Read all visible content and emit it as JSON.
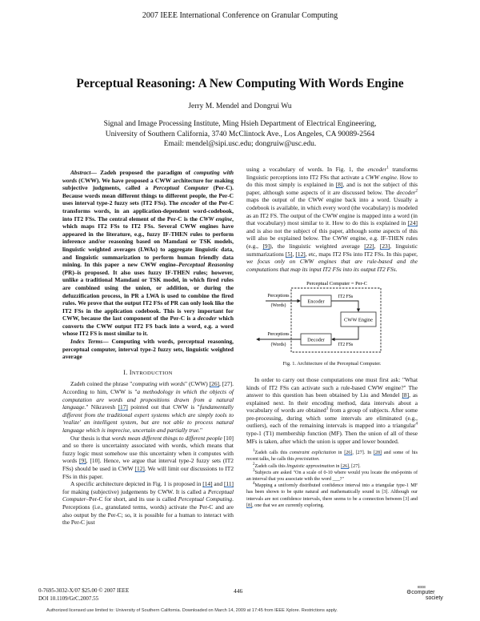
{
  "header": {
    "conference": "2007 IEEE International Conference on Granular Computing"
  },
  "paper": {
    "title": "Perceptual Reasoning: A New Computing With Words Engine",
    "authors": "Jerry M. Mendel and Dongrui Wu",
    "affiliation_line1": "Signal and Image Processing Institute, Ming Hsieh Department of Electrical Engineering,",
    "affiliation_line2": "University of Southern California, 3740 McClintock Ave., Los Angeles, CA 90089-2564",
    "email": "Email: mendel@sipi.usc.edu; dongruiw@usc.edu."
  },
  "abstract": {
    "label": "Abstract",
    "parts": [
      "— Zadeh proposed the paradigm of ",
      "computing with words",
      " (CWW). We have proposed a CWW architecture for making subjective judgments, called a ",
      "Perceptual Computer",
      " (Per-C). Because words mean different things to different people, the Per-C uses interval type-2 fuzzy sets (IT2 FSs). The ",
      "encoder",
      " of the Per-C transforms words, in an application-dependent word-codebook, into IT2 FSs. The central element of the Per-C is the ",
      "CWW engine",
      ", which maps IT2 FSs to IT2 FSs. Several CWW engines have appeared in the literature, e.g., fuzzy IF-THEN rules to perform inference and/or reasoning based on Mamdani or TSK models, linguistic weighted averages (LWAs) to aggregate linguistic data, and linguistic summarization to perform human friendly data mining. In this paper a new CWW engine–",
      "Perceptual Reasoning",
      " (PR)–is proposed. It also uses fuzzy IF-THEN rules; however, unlike a traditional Mamdani or TSK model, in which fired rules are combined using the union, or addition, or during the defuzzification process, in PR a LWA is used to combine the fired rules. We prove that the output IT2 FSs of PR can only look like the IT2 FSs in the application codebook. This is very important for CWW, because the last component of the Per-C is a ",
      "decoder",
      " which converts the CWW output IT2 FS back into a word, e.g. a word whose IT2 FS is most similar to it."
    ]
  },
  "index_terms": {
    "label": "Index Terms",
    "text": "— Computing with words, perceptual reasoning, perceptual computer, interval type-2 fuzzy sets, linguistic weighted average"
  },
  "introduction": {
    "heading_num": "I. ",
    "heading_first": "I",
    "heading_rest": "NTRODUCTION",
    "p1": [
      "Zadeh coined the phrase \"",
      "computing with words",
      "\" (CWW) ",
      "[26]",
      ", [27]. According to him, CWW is \"",
      "a methodology in which the objects of computation are words and propositions drawn from a natural language.",
      "\" Nikravesh ",
      "[17]",
      " pointed out that CWW is \"",
      "fundamentally different from the traditional expert systems which are simply tools to 'realize' an intelligent system, but are not able to process natural language which is imprecise, uncertain and partially true.",
      "\""
    ],
    "p2": [
      "Our thesis is that ",
      "words mean different things to different people",
      " [10] and so there is uncertainty associated with words, which means that fuzzy logic must somehow use this uncertainty when it computes with words ",
      "[9]",
      ", [10]. Hence, we argue that interval type-2 fuzzy sets (IT2 FSs) should be used in CWW ",
      "[12]",
      ". We will limit our discussions to IT2 FSs in this paper."
    ],
    "p3": [
      "A specific architecture depicted in Fig. 1 is proposed in ",
      "[14]",
      " and ",
      "[11]",
      " for making (subjective) judgements by CWW. It is called a ",
      "Perceptual Computer",
      "–Per-C for short, and its use is called ",
      "Perceptual Computing",
      ". Perceptions (i.e., granulated terms, words) activate the Per-C and are also output by the Per-C; so, it is possible for a human to interact with the Per-C just"
    ]
  },
  "right_column": {
    "p1": [
      "using a vocabulary of words. In Fig. 1, the ",
      "encoder",
      "1",
      " transforms linguistic perceptions into IT2 FSs that activate a ",
      "CWW engine",
      ". How to do this most simply is explained in ",
      "[8]",
      ", and is not the subject of this paper, although some aspects of it are discussed below. The ",
      "decoder",
      "2",
      " maps the output of the CWW engine back into a word. Usually a codebook is available, in which every word (the vocabulary) is modeled as an IT2 FS. The output of the CWW engine is mapped into a word (in that vocabulary) most similar to it. How to do this is explained in ",
      "[24]",
      " and is also not the subject of this paper, although some aspects of this will also be explained below. The CWW engine, e.g. IF-THEN rules (e.g., ",
      "[9]",
      "), the linguistic weighted average ",
      "[22]",
      ", ",
      "[23]",
      ", linguistic summarizations ",
      "[5]",
      ", ",
      "[12]",
      ", etc, maps IT2 FSs into IT2 FSs. In this paper, ",
      "we focus only on CWW engines that are rule-based and the computations that map its input IT2 FSs into its output IT2 FSs."
    ],
    "p2": [
      "In order to carry out those computations one must first ask: \"What kinds of IT2 FSs can activate such a rule-based CWW engine?\" The answer to this question has been obtained by Liu and Mendel ",
      "[8]",
      ", as explained next. In their encoding method, data intervals about a vocabulary of words are obtained",
      "3",
      " from a group of subjects. After some pre-processing, during which some intervals are eliminated (e.g., outliers), each of the remaining intervals is mapped into a triangular",
      "4",
      " type-1 (T1) membership function (MF). Then the union of all of these MFs is taken, after which the union is upper and lower bounded."
    ]
  },
  "figure": {
    "container_label": "Perceptual Computer = Per-C",
    "input_label_1": "Perceptions",
    "input_label_2": "(Words)",
    "output_label_1": "Perceptions",
    "output_label_2": "(Words)",
    "encoder": "Encoder",
    "engine": "CWW Engine",
    "decoder": "Decoder",
    "it2_top": "IT2 FSs",
    "it2_bottom": "IT2 FSs",
    "caption": "Fig. 1.    Architecture of the Perceptual Computer."
  },
  "footnotes": [
    {
      "num": "1",
      "parts": [
        "Zadeh calls this ",
        "constraint explicitation",
        " in ",
        "[26]",
        ", [27]. In ",
        "[28]",
        " and some of his recent talks, he calls this ",
        "precisiation",
        "."
      ]
    },
    {
      "num": "2",
      "parts": [
        "Zadeh calls this ",
        "linguistic approximation",
        " in ",
        "[26]",
        ", [27]."
      ]
    },
    {
      "num": "3",
      "text": "Subjects are asked \"On a scale of 0-10 where would you locate the end-points of an interval that you associate with the word ___?\""
    },
    {
      "num": "4",
      "parts": [
        "Mapping a uniformly distributed confidence interval into a triangular type-1 MF has been shown to be quite natural and mathematically sound in [3]. Although our intervals are not confidence intervals, there seems to be a connection between [3] and ",
        "[8]",
        ", one that we are currently exploring."
      ]
    }
  ],
  "footer": {
    "isbn": "0-7695-3032-X/07 $25.00 © 2007 IEEE",
    "doi": "DOI 10.1109/GrC.2007.55",
    "page_number": "446",
    "logo_top": "IEEE",
    "logo_line1": "computer",
    "logo_line2": "society",
    "authorized": "Authorized licensed use limited to: University of Southern California. Downloaded on March 14, 2009 at 17:45 from IEEE Xplore.  Restrictions apply."
  },
  "colors": {
    "link_underline": "#3a78c8",
    "text": "#111111"
  }
}
